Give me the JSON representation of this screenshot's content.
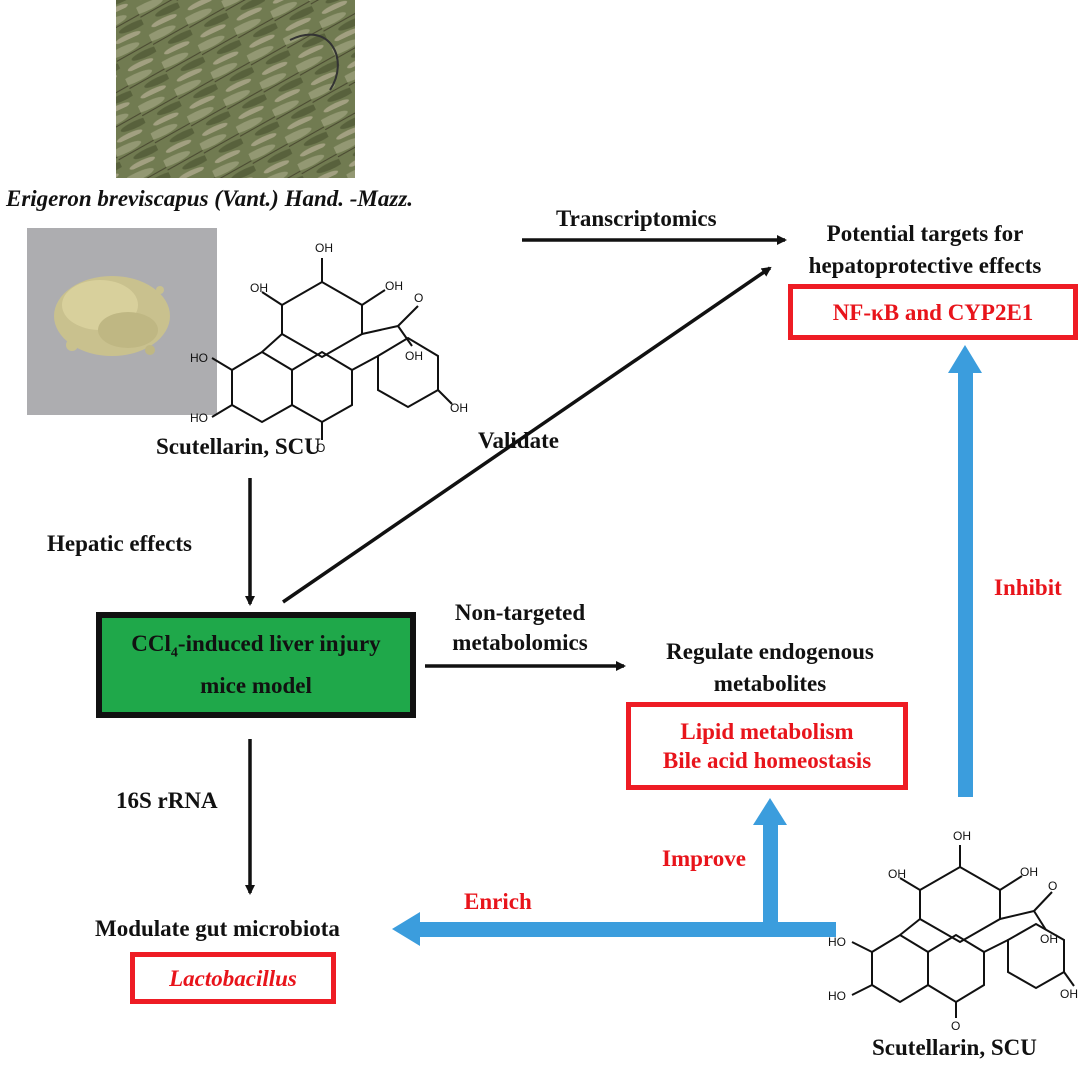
{
  "plant": {
    "caption": "Erigeron breviscapus (Vant.) Hand. -Mazz."
  },
  "compound": {
    "name_top": "Scutellarin, SCU",
    "name_bottom": "Scutellarin, SCU",
    "atoms": {
      "oh": "OH",
      "o": "O",
      "ho": "HO"
    }
  },
  "model": {
    "line1_pre": "CCl",
    "line1_sub": "4",
    "line1_post": "-induced liver injury",
    "line2": "mice model"
  },
  "arrows": {
    "transcriptomics": "Transcriptomics",
    "validate": "Validate",
    "hepatic": "Hepatic effects",
    "metabolomics_1": "Non-targeted",
    "metabolomics_2": "metabolomics",
    "rrna": "16S rRNA",
    "inhibit": "Inhibit",
    "improve": "Improve",
    "enrich": "Enrich"
  },
  "targets": {
    "title_1": "Potential targets for",
    "title_2": "hepatoprotective effects",
    "box": "NF-κB and CYP2E1"
  },
  "metabolites": {
    "title_1": "Regulate endogenous",
    "title_2": "metabolites",
    "box_1": "Lipid metabolism",
    "box_2": "Bile acid homeostasis"
  },
  "microbiota": {
    "title": "Modulate gut microbiota",
    "box": "Lactobacillus"
  },
  "colors": {
    "red": "#ee1c24",
    "green": "#1fa84a",
    "blue": "#3b9ddd",
    "black": "#111111"
  }
}
